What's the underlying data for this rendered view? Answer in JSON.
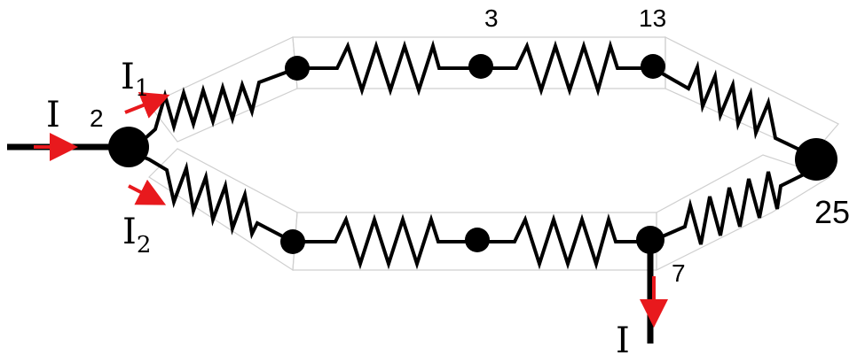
{
  "labels": {
    "current_in": "I",
    "current_out": "I",
    "branch_upper_main": "I",
    "branch_upper_sub": "1",
    "branch_lower_main": "I",
    "branch_lower_sub": "2",
    "node_input": "2",
    "node_top_middle": "3",
    "node_top_right": "13",
    "node_right": "25",
    "node_bottom_right": "7"
  },
  "colors": {
    "wire": "#000000",
    "arrow": "#e8191d",
    "panel_outline": "#cfcfcf"
  }
}
